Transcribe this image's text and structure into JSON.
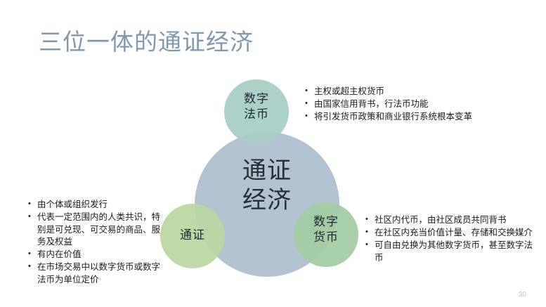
{
  "slide": {
    "title": "三位一体的通证经济",
    "page_number": "30",
    "title_color": "#8197ac"
  },
  "venn": {
    "center": {
      "label": "通证\n经济",
      "color": "#b3c2d1"
    },
    "top": {
      "label": "数字\n法币",
      "color": "#a6cec5"
    },
    "bottom_left": {
      "label": "通证",
      "color": "#bad6a0"
    },
    "bottom_right": {
      "label": "数字\n货币",
      "color": "#a1cba0"
    }
  },
  "bullets": {
    "top_right": [
      "主权或超主权货币",
      "由国家信用背书，行法币功能",
      "将引发货币政策和商业银行系统根本变革"
    ],
    "bottom_right": [
      "社区内代币，由社区成员共同背书",
      "在社区内充当价值计量、存储和交换媒介",
      "可自由兑换为其他数字货币，甚至数字法币"
    ],
    "left": [
      "由个体或组织发行",
      "代表一定范围内的人类共识，特别是可兑现、可交易的商品、服务及权益",
      "有内在价值",
      "在市场交易中以数字货币或数字法币为单位定价"
    ]
  }
}
